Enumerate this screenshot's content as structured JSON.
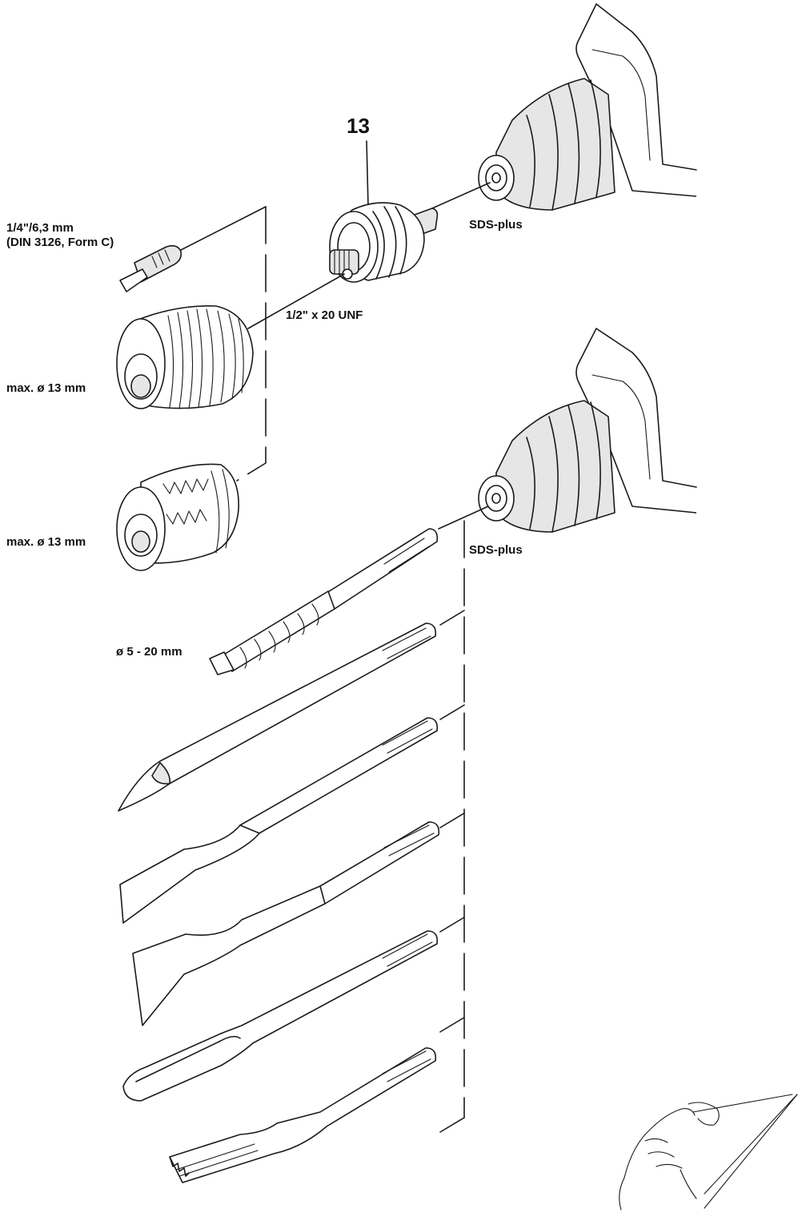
{
  "labels": {
    "part_number": "13",
    "bit_spec_line1": "1/4\"/6,3 mm",
    "bit_spec_line2": "(DIN 3126, Form C)",
    "thread_spec": "1/2\" x 20 UNF",
    "sds_plus_top": "SDS-plus",
    "sds_plus_bottom": "SDS-plus",
    "chuck_key_max": "max. ø 13 mm",
    "chuck_keyless_max": "max. ø 13 mm",
    "drill_bit_range": "ø 5 - 20 mm"
  }
}
